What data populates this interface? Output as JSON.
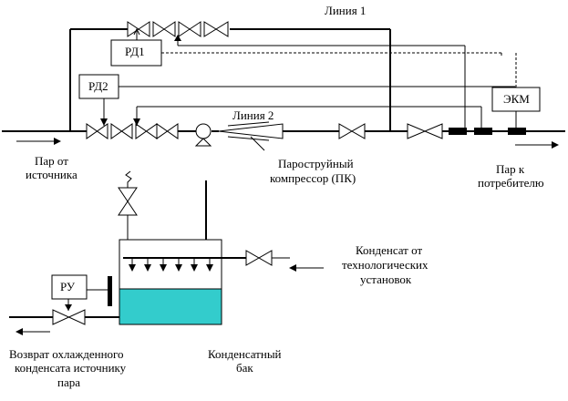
{
  "labels": {
    "line1": "Линия 1",
    "line2": "Линия 2",
    "rd1": "РД1",
    "rd2": "РД2",
    "ekm": "ЭКМ",
    "ru": "РУ",
    "steam_from_source": [
      "Пар от",
      "источника"
    ],
    "steam_to_consumer": [
      "Пар к",
      "потребителю"
    ],
    "ejector": [
      "Пароструйный",
      "компрессор (ПК)"
    ],
    "condensate_in": [
      "Конденсат от",
      "технологических",
      "установок"
    ],
    "tank": [
      "Конденсатный",
      "бак"
    ],
    "return": [
      "Возврат охлажденного",
      "конденсата источнику",
      "пара"
    ]
  },
  "colors": {
    "water": "#33cccc",
    "line": "#000000",
    "background": "#ffffff"
  }
}
